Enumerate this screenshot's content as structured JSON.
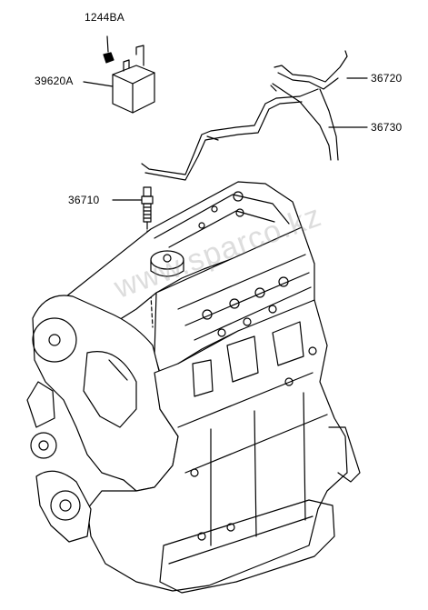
{
  "part_labels": {
    "bolt": "1244BA",
    "relay": "39620A",
    "upper_harness": "36720",
    "lower_harness": "36730",
    "glow_plug": "36710"
  },
  "watermark": "www.sparco.kz",
  "colors": {
    "line": "#000000",
    "background": "#ffffff",
    "watermark": "#999999"
  }
}
